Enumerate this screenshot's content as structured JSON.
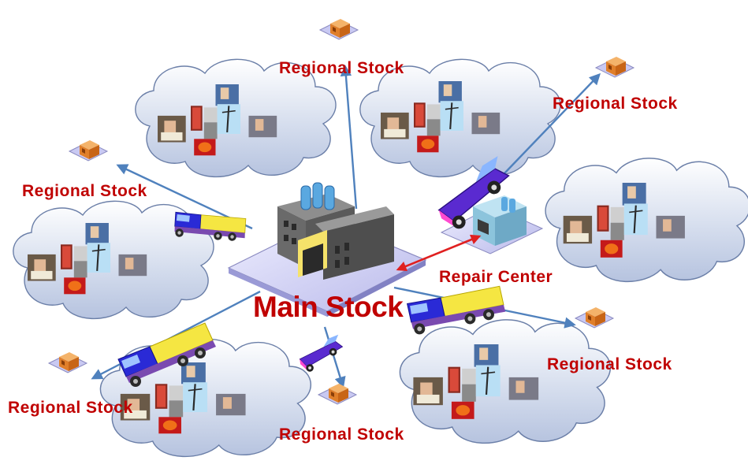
{
  "diagram": {
    "center_label": "Main Stock",
    "repair_label": "Repair Center",
    "regional_label": "Regional Stock",
    "regional_nodes": [
      {
        "id": "top",
        "label": "Regional Stock"
      },
      {
        "id": "top-right",
        "label": "Regional Stock"
      },
      {
        "id": "left",
        "label": "Regional Stock"
      },
      {
        "id": "right",
        "label": "Regional Stock"
      },
      {
        "id": "bottom-left",
        "label": "Regional Stock"
      },
      {
        "id": "bottom",
        "label": "Regional Stock"
      }
    ],
    "clouds": [
      "customer-cloud",
      "customer-cloud",
      "customer-cloud",
      "customer-cloud",
      "customer-cloud",
      "customer-cloud"
    ],
    "icons": [
      "warehouse-icon",
      "factory-icon",
      "repair-center-icon",
      "truck-icon",
      "pickup-truck-icon",
      "person-photo-icon",
      "telephone-box-icon",
      "utility-pole-icon",
      "phone-icon"
    ],
    "colors": {
      "label": "#c00000",
      "link": "#4f81bd",
      "repair_link": "#e02020",
      "cloud": "#c9d4ea",
      "platform": "#c8c8f0"
    }
  }
}
